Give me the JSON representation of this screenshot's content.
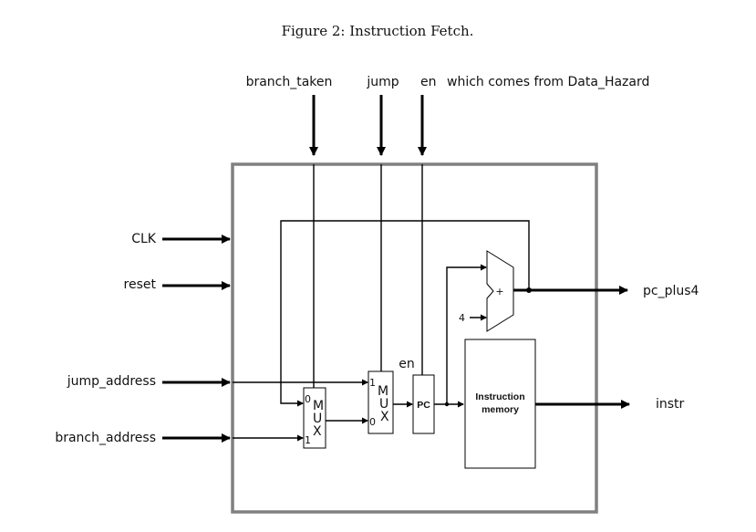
{
  "figure": {
    "caption": "Figure 2: Instruction Fetch."
  },
  "top_inputs": {
    "branch_taken": "branch_taken",
    "jump": "jump",
    "en": "en",
    "en_note": "which comes from Data_Hazard"
  },
  "left_inputs": {
    "clk": "CLK",
    "reset": "reset",
    "jump_address": "jump_address",
    "branch_address": "branch_address"
  },
  "outputs": {
    "pc_plus4": "pc_plus4",
    "instr": "instr"
  },
  "internal": {
    "mux1": {
      "letters": [
        "M",
        "U",
        "X"
      ],
      "in0": "0",
      "in1": "1"
    },
    "mux2": {
      "letters": [
        "M",
        "U",
        "X"
      ],
      "in0": "0",
      "in1": "1"
    },
    "pc_label": "PC",
    "pc_en_label": "en",
    "adder_sign": "+",
    "adder_const": "4",
    "imem_line1": "Instruction",
    "imem_line2": "memory"
  },
  "colors": {
    "frame": "#808080",
    "wire": "#000000"
  }
}
